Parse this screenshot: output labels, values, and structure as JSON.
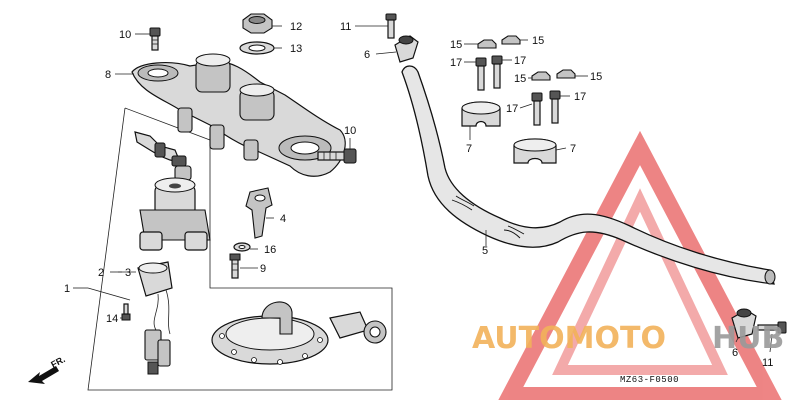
{
  "callouts": {
    "c1": "1",
    "c2": "2",
    "c3": "3",
    "c4": "4",
    "c5": "5",
    "c6a": "6",
    "c6b": "6",
    "c7a": "7",
    "c7b": "7",
    "c8": "8",
    "c9": "9",
    "c10a": "10",
    "c10b": "10",
    "c11a": "11",
    "c11b": "11",
    "c12": "12",
    "c13": "13",
    "c14": "14",
    "c15a": "15",
    "c15b": "15",
    "c15c": "15",
    "c15d": "15",
    "c16": "16",
    "c17a": "17",
    "c17b": "17",
    "c17c": "17",
    "c17d": "17"
  },
  "direction": "FR.",
  "diagram_code": "MZ63-F0500",
  "watermark": {
    "part1": "AUTOMOTO",
    "part2": "HUB",
    "color1": "#f2b25a",
    "color2": "#9a9a9a",
    "triangle_color": "#e85c5c"
  }
}
